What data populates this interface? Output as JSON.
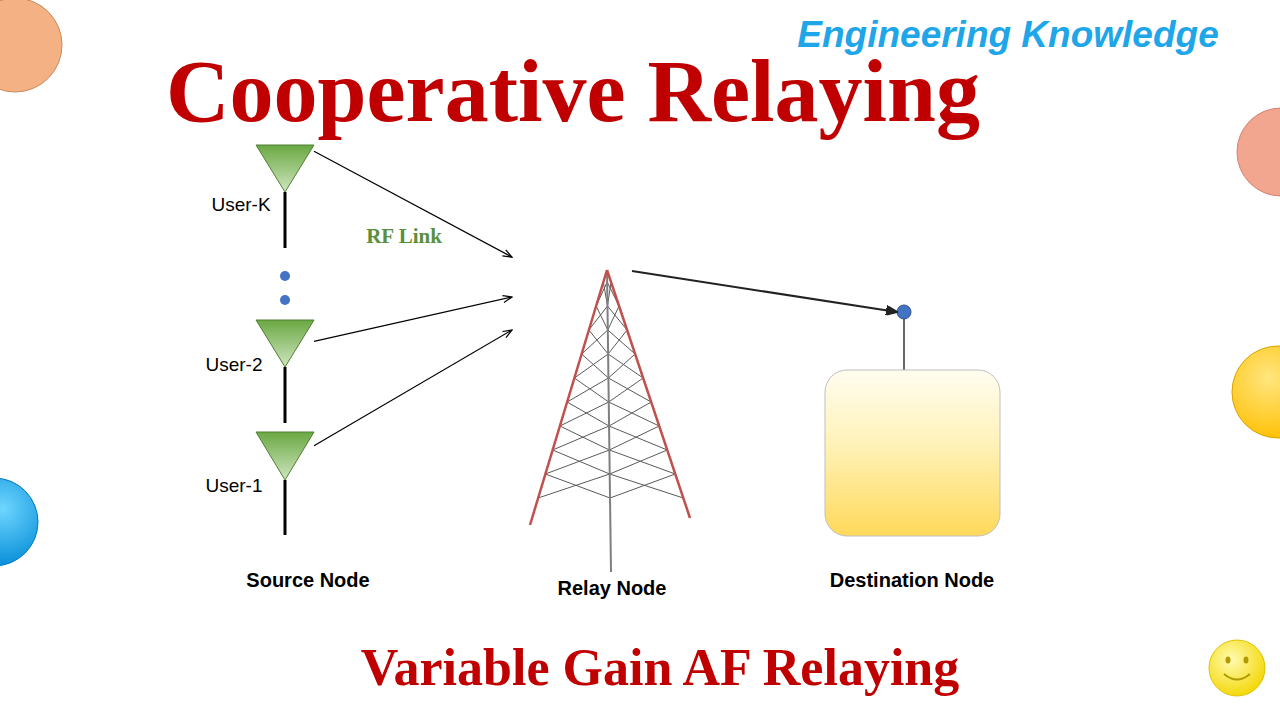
{
  "diagram": {
    "title": "Cooperative Relaying",
    "caption": "Variable Gain AF Relaying",
    "nodes": [
      {
        "text": [
          "User-K"
        ]
      },
      {
        "text": [
          "User-2"
        ]
      },
      {
        "text": [
          "User-1"
        ]
      },
      {
        "text": [
          "Relay Node"
        ]
      },
      {
        "text": [
          "Destination Node"
        ]
      }
    ],
    "edges": [
      {
        "from": 0,
        "to": 3,
        "label": "RF Link",
        "arrow": "to"
      },
      {
        "from": 1,
        "to": 3,
        "arrow": "to"
      },
      {
        "from": 2,
        "to": 3,
        "arrow": "to"
      },
      {
        "from": 3,
        "to": 4,
        "arrow": "to"
      }
    ],
    "labels": [
      "Engineering Knowledge",
      "Source Node"
    ]
  }
}
